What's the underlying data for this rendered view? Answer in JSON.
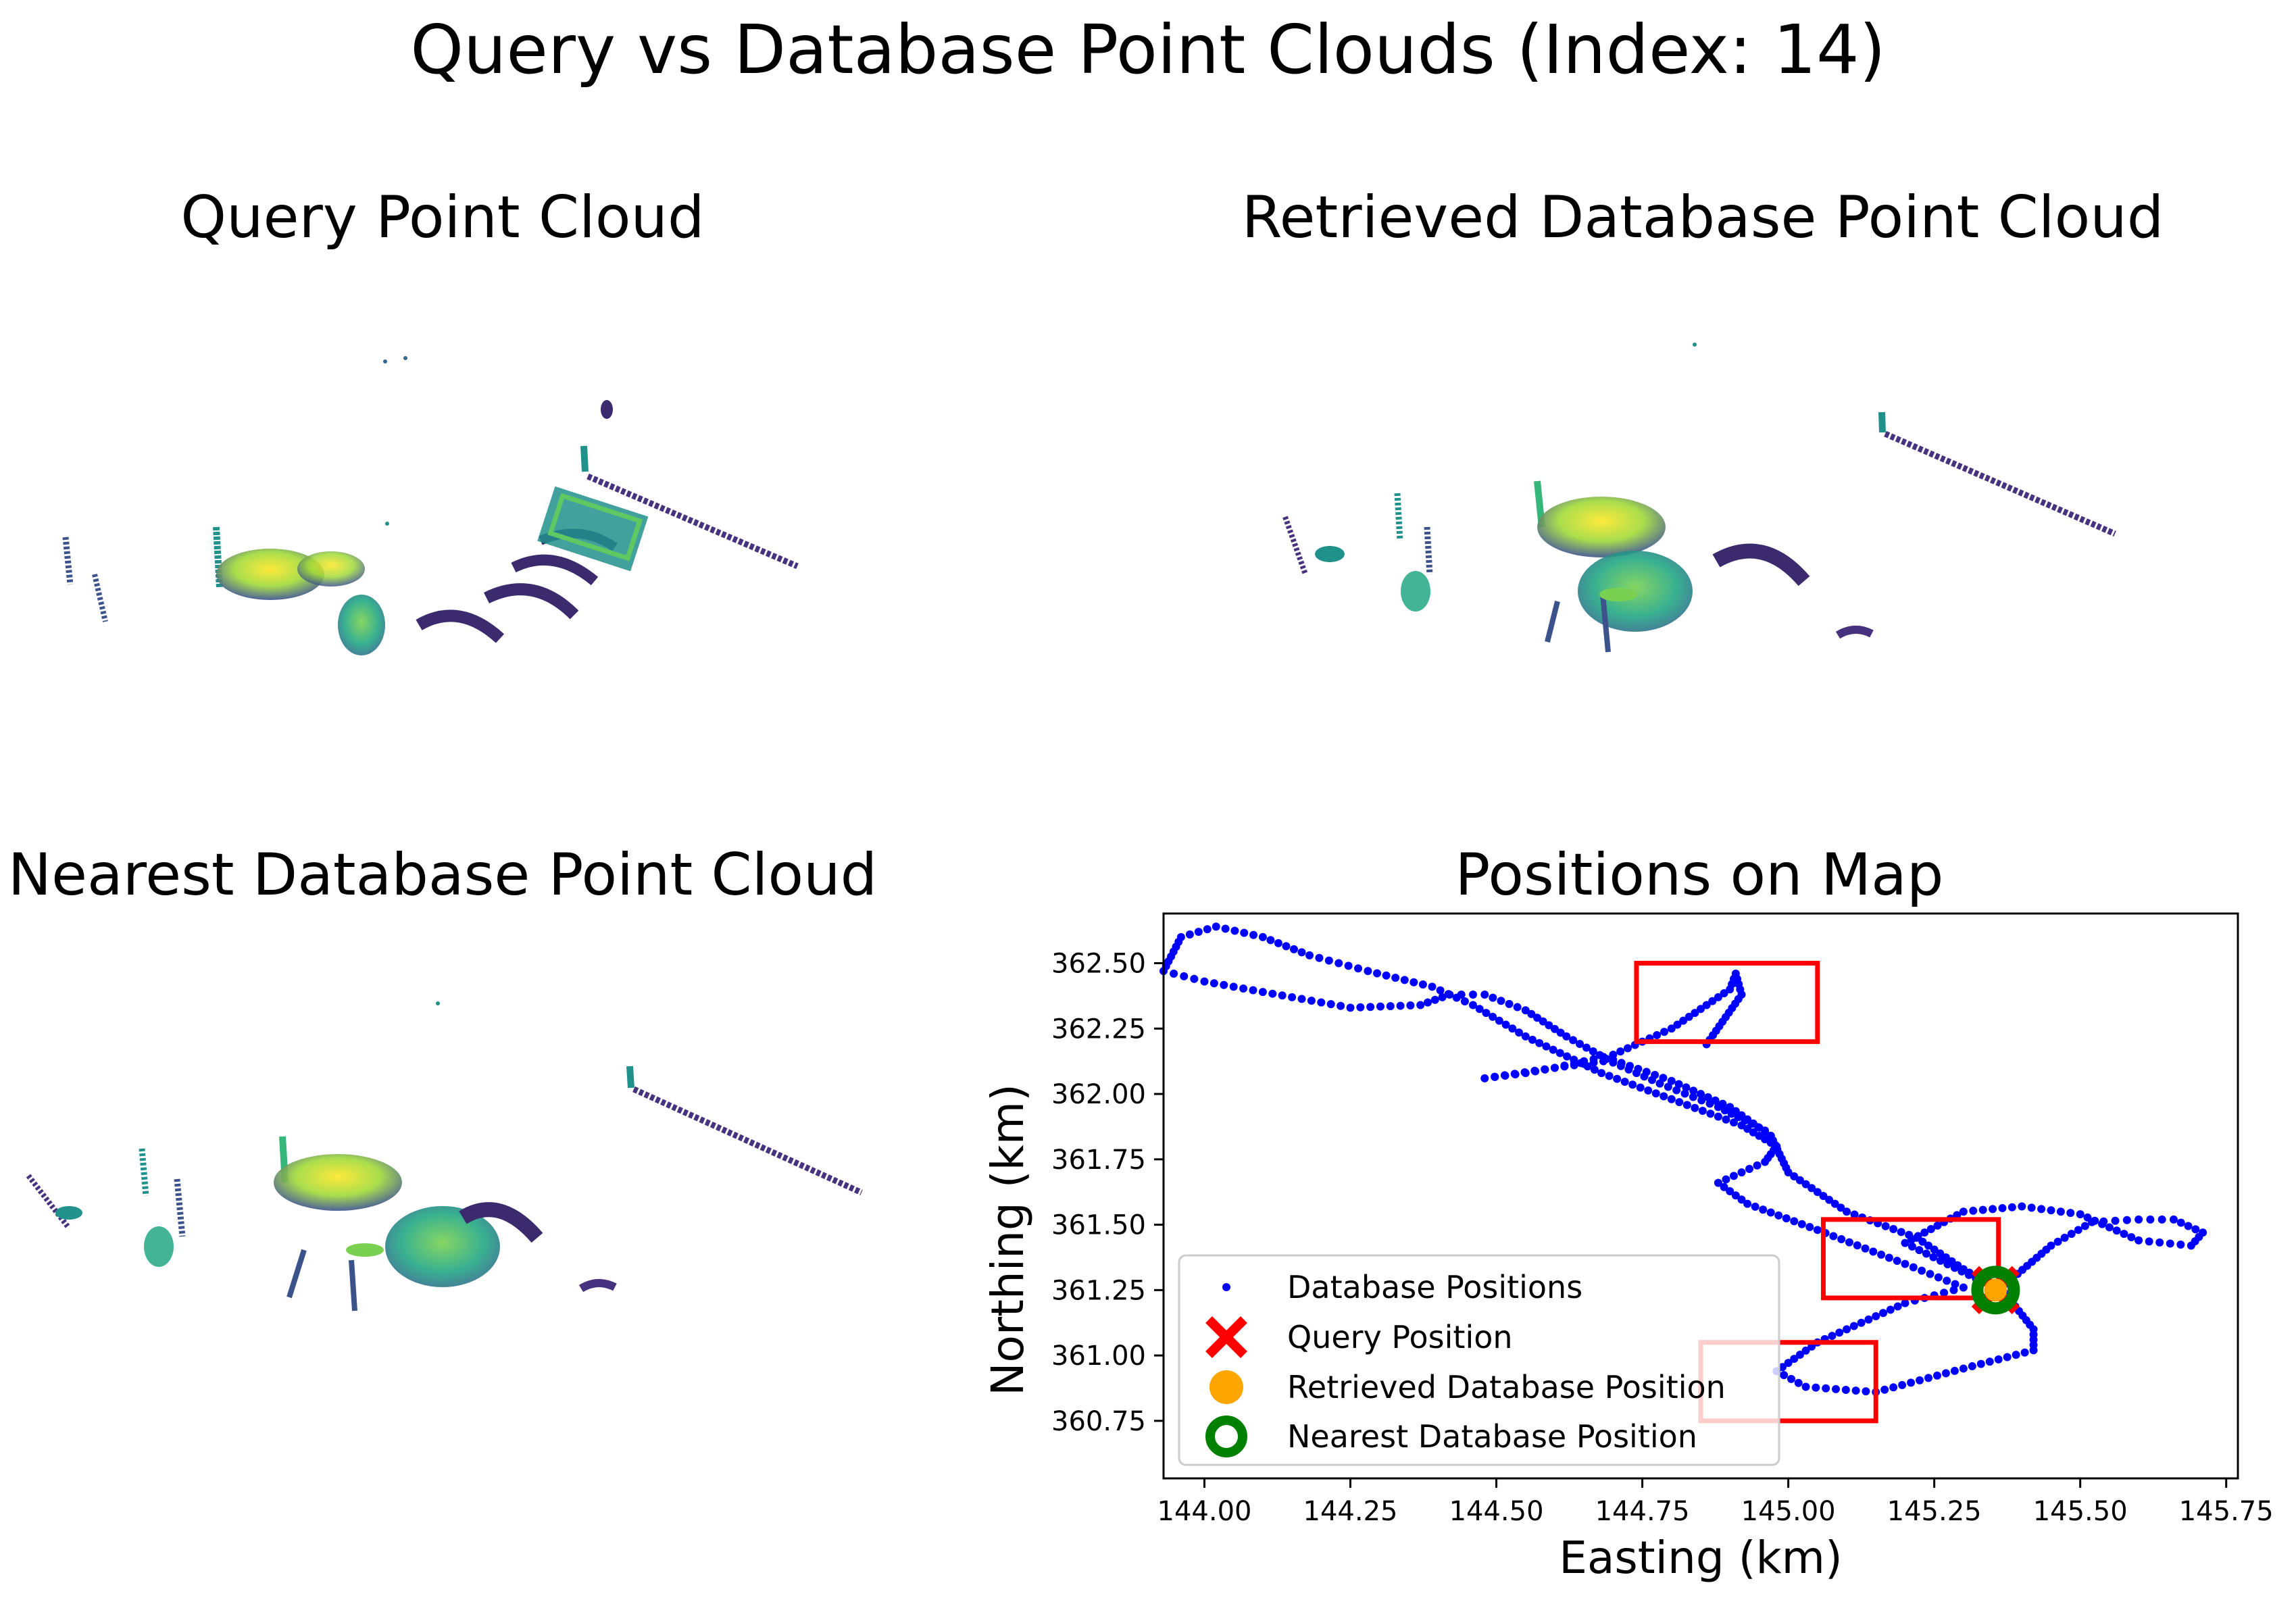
{
  "figure": {
    "suptitle": "Query vs Database Point Clouds (Index: 14)"
  },
  "panels": {
    "query": {
      "title": "Query Point Cloud"
    },
    "retrieved": {
      "title": "Retrieved Database Point Cloud"
    },
    "nearest": {
      "title": "Nearest Database Point Cloud"
    },
    "map": {
      "title": "Positions on Map"
    }
  },
  "colors": {
    "database": "#0000ff",
    "query": "#ff0000",
    "retrieved": "#ffa500",
    "nearest": "#008000",
    "box": "#ff0000",
    "viridis_dark": "#440154",
    "viridis_mid": "#21918c",
    "viridis_light": "#fde725"
  },
  "chart_data": {
    "type": "scatter",
    "title": "Positions on Map",
    "xlabel": "Easting (km)",
    "ylabel": "Northing (km)",
    "xlim": [
      143.93,
      145.77
    ],
    "ylim": [
      360.53,
      362.69
    ],
    "xticks": [
      144.0,
      144.25,
      144.5,
      144.75,
      145.0,
      145.25,
      145.5,
      145.75
    ],
    "xtick_labels": [
      "144.00",
      "144.25",
      "144.50",
      "144.75",
      "145.00",
      "145.25",
      "145.50",
      "145.75"
    ],
    "yticks": [
      360.75,
      361.0,
      361.25,
      361.5,
      361.75,
      362.0,
      362.25,
      362.5
    ],
    "ytick_labels": [
      "360.75",
      "361.00",
      "361.25",
      "361.50",
      "361.75",
      "362.00",
      "362.25",
      "362.50"
    ],
    "grid": false,
    "legend_position": "lower-left",
    "legend": [
      "Database Positions",
      "Query Position",
      "Retrieved Database Position",
      "Nearest Database Position"
    ],
    "series": [
      {
        "name": "Database Positions",
        "marker": "dot",
        "path": [
          [
            144.86,
            362.19
          ],
          [
            144.92,
            362.38
          ],
          [
            144.91,
            362.46
          ],
          [
            144.9,
            362.4
          ],
          [
            144.8,
            362.25
          ],
          [
            144.7,
            362.15
          ],
          [
            144.6,
            362.1
          ],
          [
            144.55,
            362.08
          ],
          [
            144.48,
            362.06
          ],
          [
            144.6,
            362.1
          ],
          [
            144.7,
            362.13
          ],
          [
            144.8,
            362.05
          ],
          [
            144.9,
            361.95
          ],
          [
            144.97,
            361.84
          ],
          [
            145.0,
            361.7
          ],
          [
            145.1,
            361.55
          ],
          [
            145.22,
            361.45
          ],
          [
            145.3,
            361.33
          ],
          [
            145.36,
            361.25
          ],
          [
            145.45,
            361.42
          ],
          [
            145.52,
            361.51
          ],
          [
            145.6,
            361.52
          ],
          [
            145.66,
            361.52
          ],
          [
            145.71,
            361.47
          ],
          [
            145.69,
            361.42
          ],
          [
            145.6,
            361.44
          ],
          [
            145.5,
            361.54
          ],
          [
            145.4,
            361.57
          ],
          [
            145.3,
            361.55
          ],
          [
            145.2,
            361.43
          ],
          [
            145.37,
            361.24
          ],
          [
            145.42,
            361.1
          ],
          [
            145.42,
            361.02
          ],
          [
            145.3,
            360.95
          ],
          [
            145.15,
            360.86
          ],
          [
            145.03,
            360.88
          ],
          [
            144.98,
            360.94
          ],
          [
            145.05,
            361.05
          ],
          [
            145.2,
            361.2
          ],
          [
            145.3,
            361.26
          ],
          [
            145.2,
            361.35
          ],
          [
            145.05,
            361.48
          ],
          [
            144.93,
            361.58
          ],
          [
            144.88,
            361.66
          ],
          [
            144.96,
            361.74
          ],
          [
            144.98,
            361.8
          ],
          [
            144.92,
            361.88
          ],
          [
            144.8,
            361.98
          ],
          [
            144.68,
            362.08
          ],
          [
            144.55,
            362.22
          ],
          [
            144.46,
            362.34
          ],
          [
            144.39,
            362.41
          ],
          [
            144.28,
            362.47
          ],
          [
            144.18,
            362.53
          ],
          [
            144.1,
            362.6
          ],
          [
            144.02,
            362.64
          ],
          [
            143.96,
            362.6
          ],
          [
            143.93,
            362.47
          ],
          [
            144.0,
            362.43
          ],
          [
            144.1,
            362.39
          ],
          [
            144.25,
            362.33
          ],
          [
            144.37,
            362.34
          ],
          [
            144.42,
            362.38
          ],
          [
            144.48,
            362.38
          ],
          [
            144.55,
            362.32
          ],
          [
            144.62,
            362.22
          ],
          [
            144.7,
            362.12
          ],
          [
            144.78,
            362.04
          ],
          [
            144.88,
            361.95
          ],
          [
            144.96,
            361.86
          ],
          [
            144.98,
            361.82
          ]
        ]
      },
      {
        "name": "Query Position",
        "marker": "x",
        "points": [
          [
            145.355,
            361.25
          ]
        ]
      },
      {
        "name": "Retrieved Database Position",
        "marker": "filled-circle",
        "points": [
          [
            145.355,
            361.25
          ]
        ]
      },
      {
        "name": "Nearest Database Position",
        "marker": "ring",
        "points": [
          [
            145.355,
            361.25
          ]
        ]
      }
    ],
    "boxes": [
      {
        "x0": 144.74,
        "x1": 145.05,
        "y0": 362.2,
        "y1": 362.5
      },
      {
        "x0": 145.06,
        "x1": 145.36,
        "y0": 361.22,
        "y1": 361.52
      },
      {
        "x0": 144.85,
        "x1": 145.15,
        "y0": 360.75,
        "y1": 361.05
      }
    ]
  }
}
